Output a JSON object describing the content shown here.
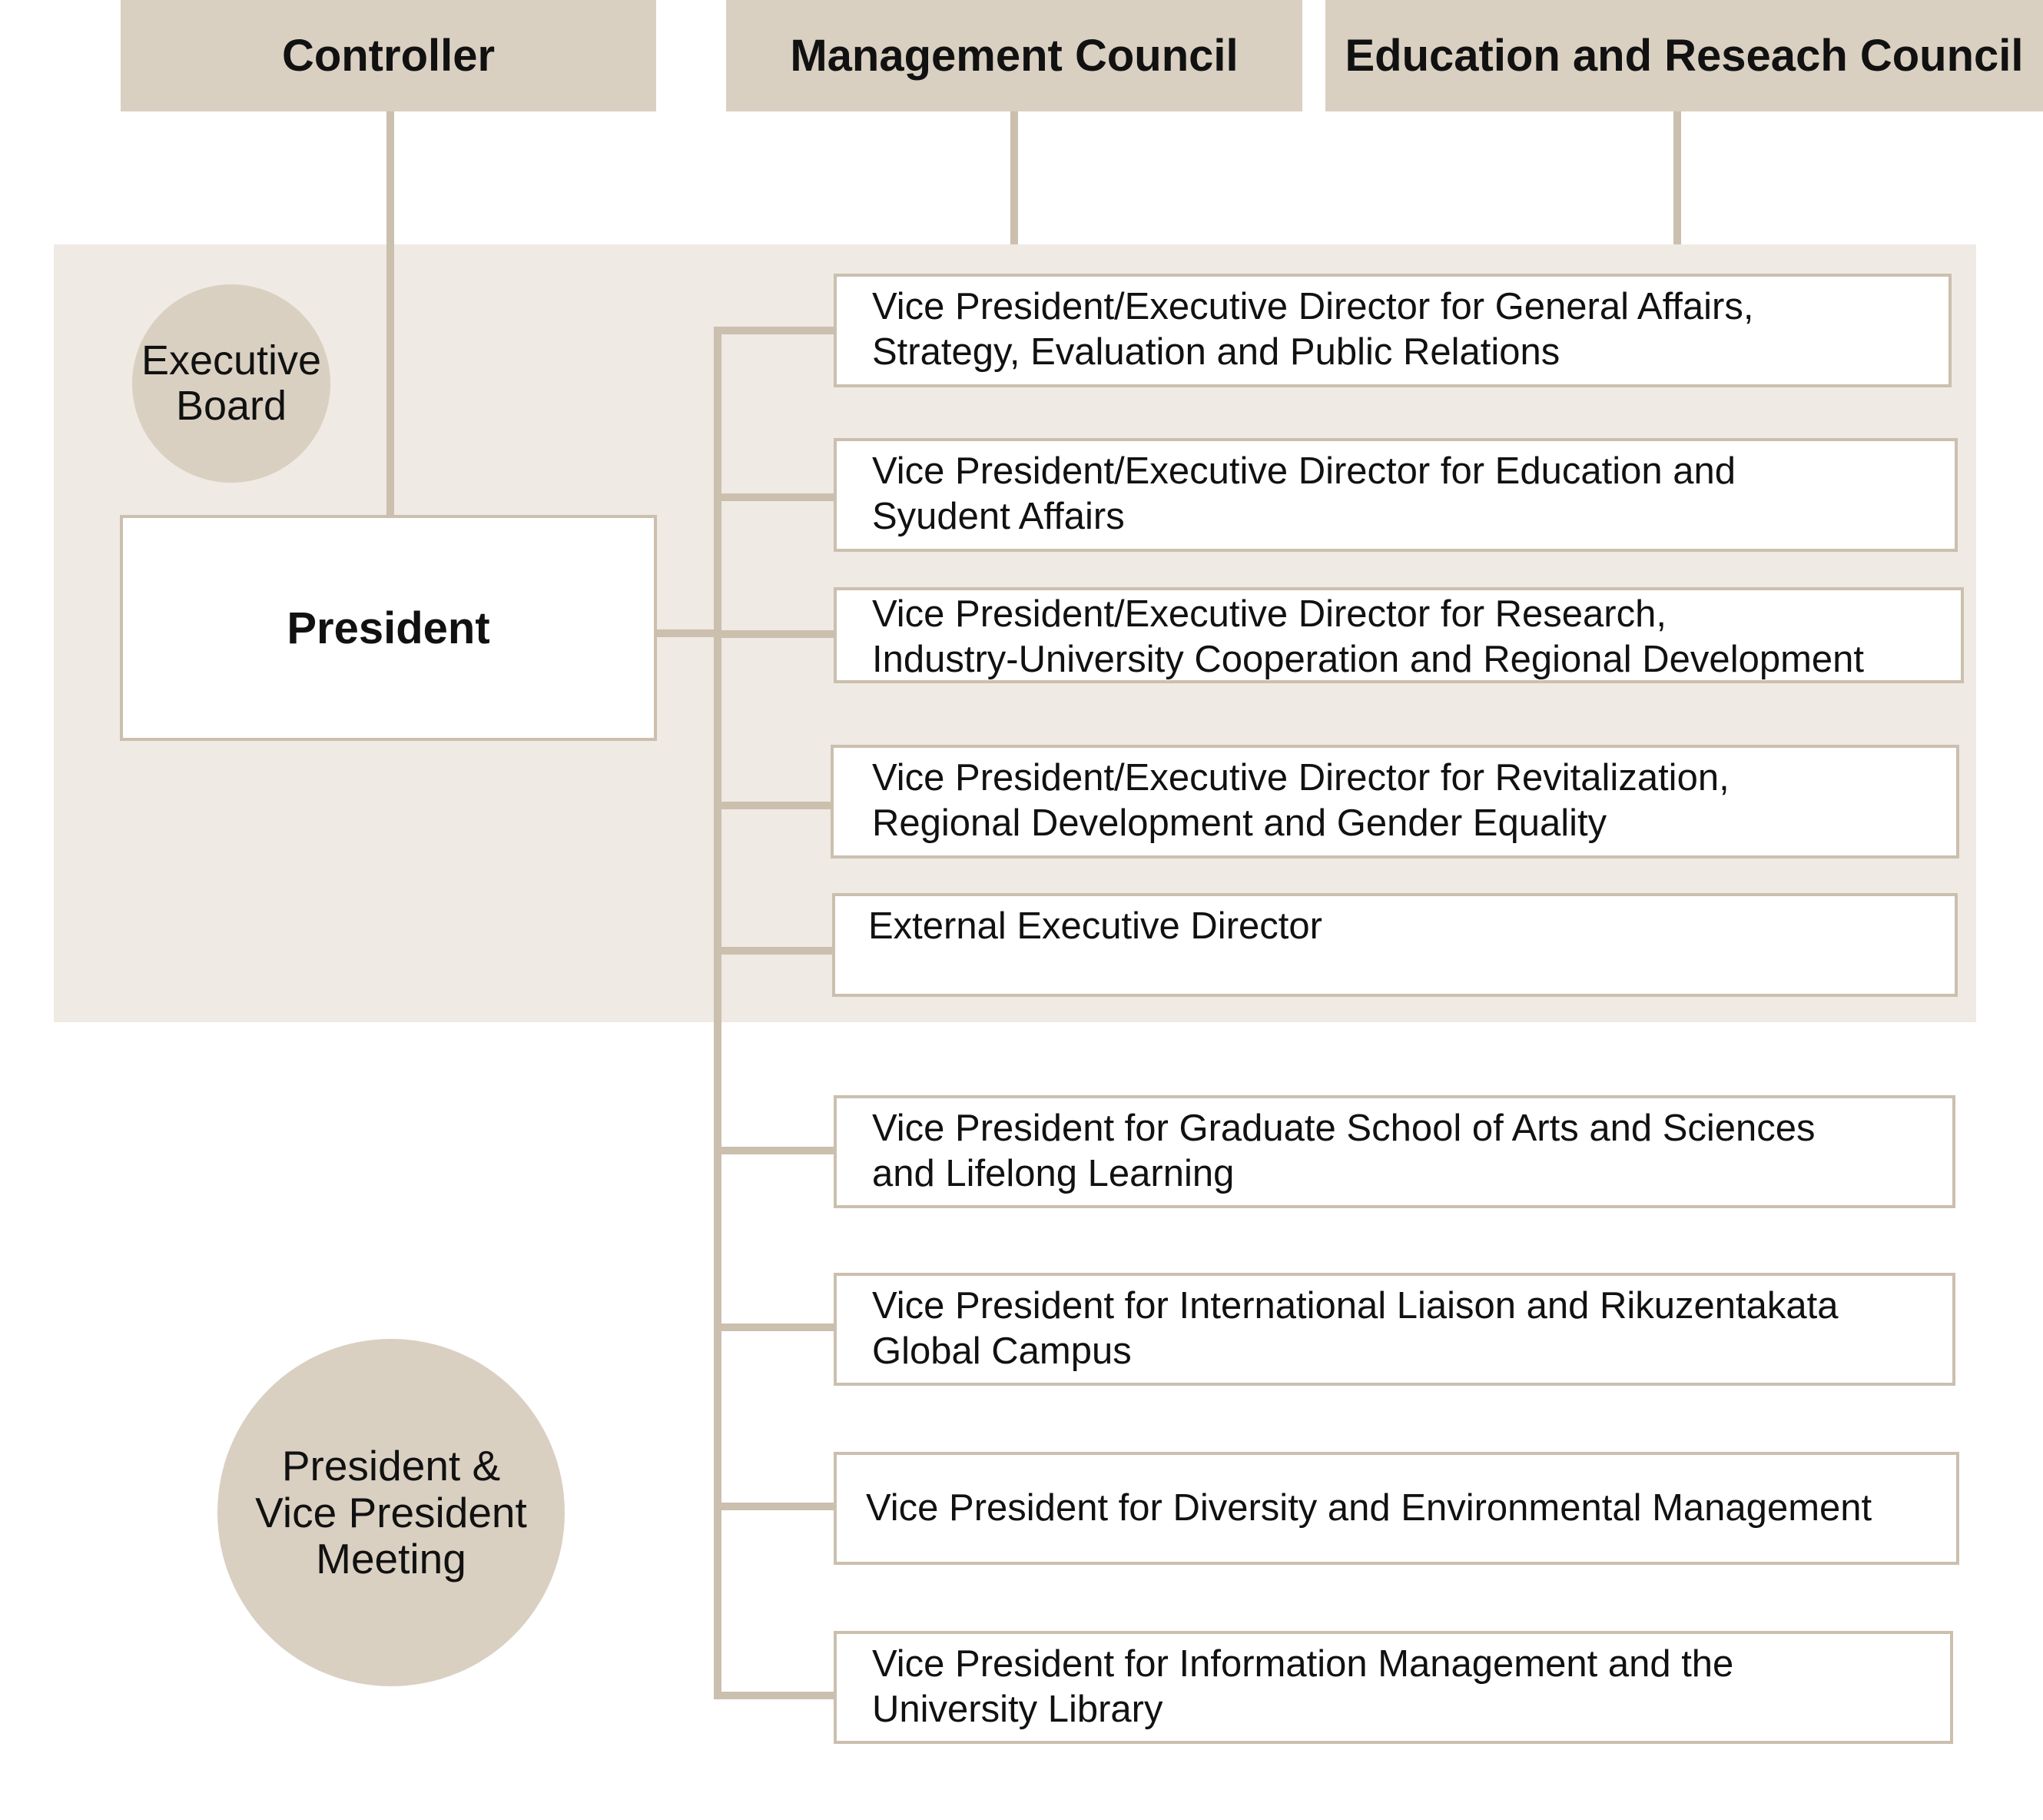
{
  "top": {
    "controller": "Controller",
    "management_council": "Management Council",
    "education_council": "Education and Reseach Council"
  },
  "executive_board": {
    "line1": "Executive",
    "line2": "Board"
  },
  "president": "President",
  "meeting": {
    "line1": "President &",
    "line2": "Vice President",
    "line3": "Meeting"
  },
  "executive_roles": [
    {
      "line1": "Vice President/Executive Director for General Affairs,",
      "line2": "Strategy, Evaluation and Public Relations"
    },
    {
      "line1": "Vice President/Executive Director for Education and",
      "line2": "Syudent Affairs"
    },
    {
      "line1": "Vice President/Executive Director for Research,",
      "line2": "Industry-University Cooperation and Regional Development"
    },
    {
      "line1": "Vice President/Executive Director for Revitalization,",
      "line2": "Regional Development and Gender Equality"
    },
    {
      "line1": "External Executive Director"
    }
  ],
  "vice_presidents": [
    {
      "line1": "Vice President for Graduate School of Arts and Sciences",
      "line2": "and Lifelong Learning"
    },
    {
      "line1": "Vice President for International Liaison and Rikuzentakata",
      "line2": "Global Campus"
    },
    {
      "line1": "Vice President for Diversity and Environmental Management"
    },
    {
      "line1": "Vice President for Information Management and the",
      "line2": "University Library"
    }
  ],
  "colors": {
    "header_fill": "#d9d0c2",
    "panel_fill": "#efeae4",
    "connector": "#cbbfae"
  }
}
